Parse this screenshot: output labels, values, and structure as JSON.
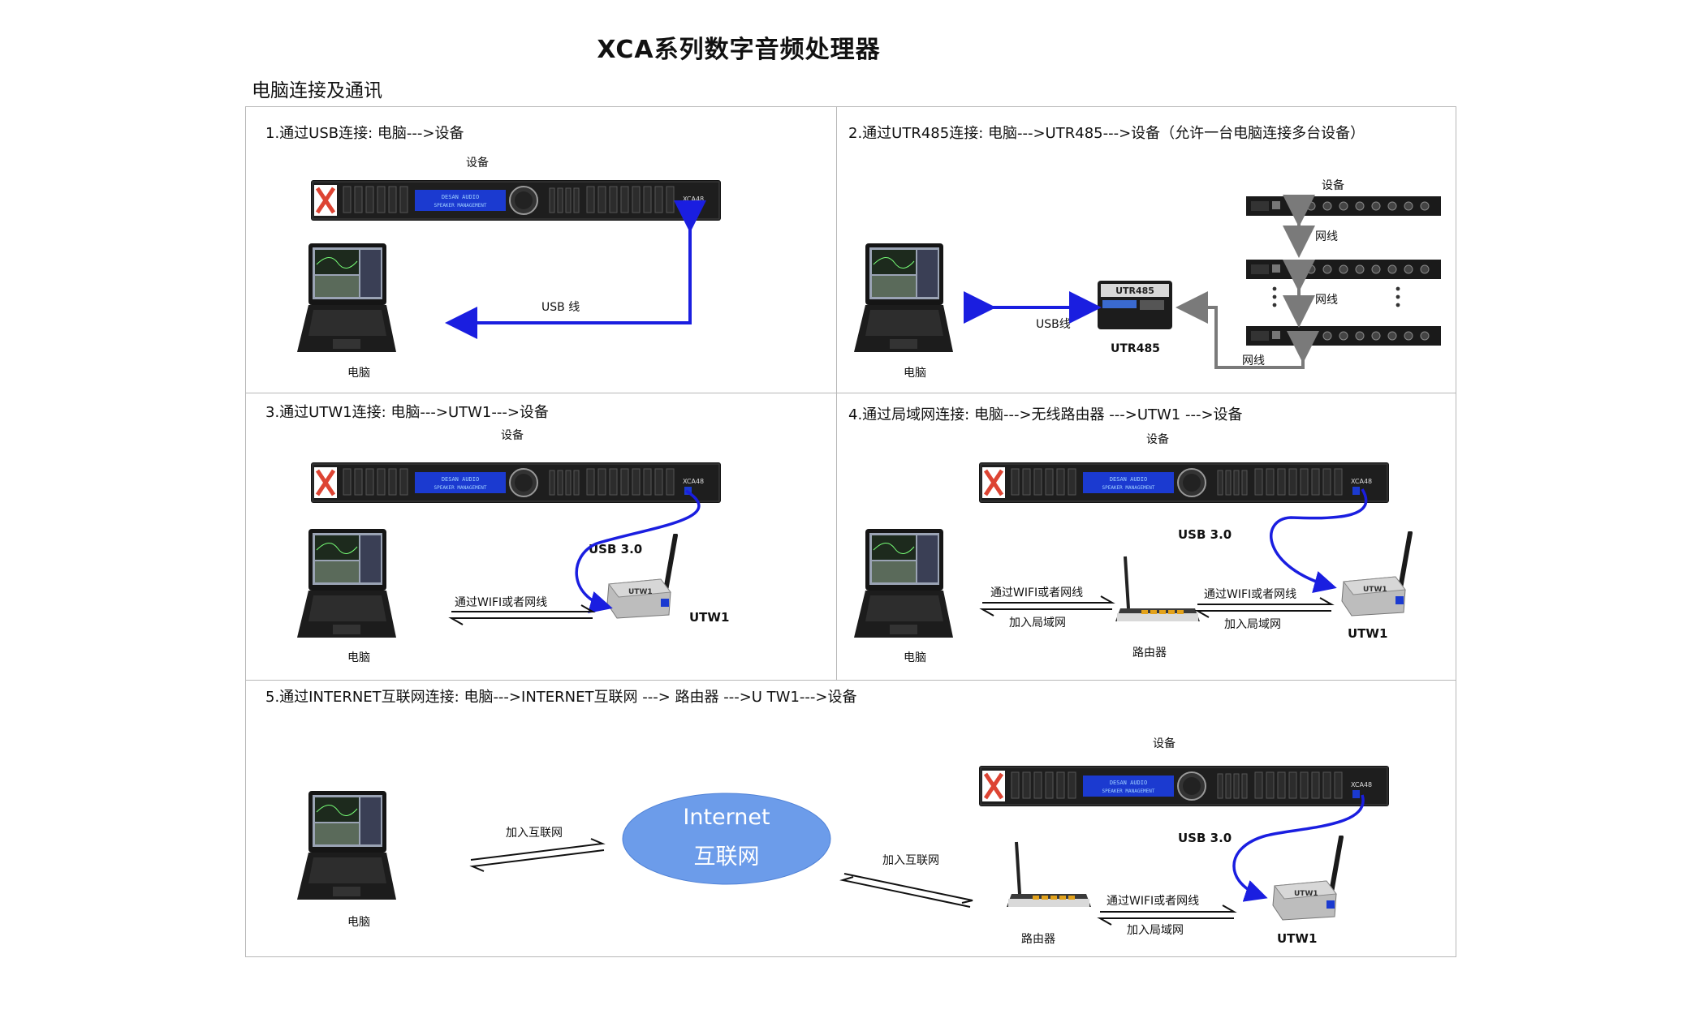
{
  "title": "XCA系列数字音频处理器",
  "subtitle": "电脑连接及通讯",
  "sections": {
    "s1": {
      "heading": "1.通过USB连接:  电脑--->设备",
      "device": "设备",
      "computer": "电脑",
      "cable": "USB  线"
    },
    "s2": {
      "heading": "2.通过UTR485连接:  电脑--->UTR485--->设备（允许一台电脑连接多台设备）",
      "device": "设备",
      "computer": "电脑",
      "usb": "USB线",
      "utr": "UTR485",
      "net1": "网线",
      "net2": "网线",
      "net3": "网线"
    },
    "s3": {
      "heading": "3.通过UTW1连接:  电脑--->UTW1--->设备",
      "device": "设备",
      "computer": "电脑",
      "usb3": "USB 3.0",
      "wifi": "通过WIFI或者网线",
      "utw": "UTW1"
    },
    "s4": {
      "heading": "4.通过局域网连接:  电脑--->无线路由器      --->UTW1  --->设备",
      "device": "设备",
      "computer": "电脑",
      "usb3": "USB 3.0",
      "wifi1": "通过WIFI或者网线",
      "lan1": "加入局域网",
      "router": "路由器",
      "wifi2": "通过WIFI或者网线",
      "lan2": "加入局域网",
      "utw": "UTW1"
    },
    "s5": {
      "heading": "5.通过INTERNET互联网连接:  电脑--->INTERNET互联网       ---> 路由器 --->U TW1--->设备",
      "device": "设备",
      "computer": "电脑",
      "join1": "加入互联网",
      "cloud_en": "Internet",
      "cloud_cn": "互联网",
      "join2": "加入互联网",
      "router": "路由器",
      "usb3": "USB 3.0",
      "wifi": "通过WIFI或者网线",
      "lan": "加入局域网",
      "utw": "UTW1"
    }
  },
  "device_panel": {
    "display_line1": "DESAN AUDIO",
    "display_line2": "SPEAKER MANAGEMENT",
    "model": "XCA48"
  },
  "colors": {
    "blue_arrow": "#1a1ee0",
    "gray_arrow": "#7a7a7a",
    "cloud": "#6c9cea",
    "frame": "#b8b8b8"
  }
}
